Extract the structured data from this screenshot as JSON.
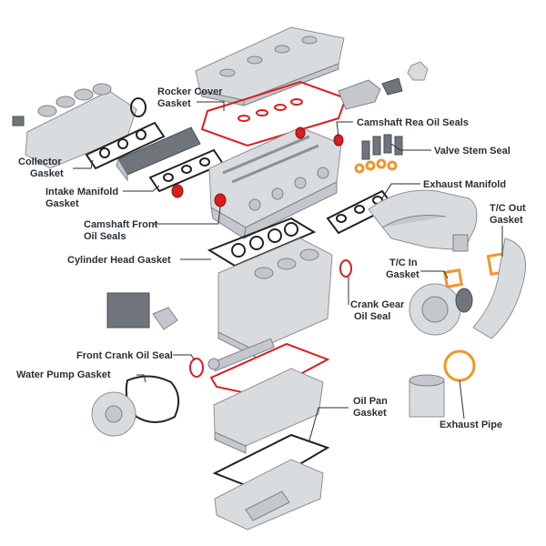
{
  "labels": {
    "rocker_cover_gasket_1": "Rocker Cover",
    "rocker_cover_gasket_2": "Gasket",
    "camshaft_rear_oil_seals": "Camshaft Rea Oil Seals",
    "valve_stem_seal": "Valve Stem Seal",
    "collector_gasket_1": "Collector",
    "collector_gasket_2": "Gasket",
    "exhaust_manifold": "Exhaust Manifold",
    "intake_manifold_gasket_1": "Intake Manifold",
    "intake_manifold_gasket_2": "Gasket",
    "tc_out_gasket_1": "T/C Out",
    "tc_out_gasket_2": "Gasket",
    "camshaft_front_oil_seals_1": "Camshaft Front",
    "camshaft_front_oil_seals_2": "Oil Seals",
    "cylinder_head_gasket": "Cylinder Head Gasket",
    "tc_in_gasket_1": "T/C In",
    "tc_in_gasket_2": "Gasket",
    "crank_gear_oil_seal_1": "Crank Gear",
    "crank_gear_oil_seal_2": "Oil Seal",
    "front_crank_oil_seal": "Front Crank Oil Seal",
    "water_pump_gasket": "Water Pump Gasket",
    "oil_pan_gasket_1": "Oil Pan",
    "oil_pan_gasket_2": "Gasket",
    "exhaust_pipe": "Exhaust Pipe"
  },
  "colors": {
    "label_text": "#2a2f36",
    "red_seal": "#d81e1e",
    "orange_gasket": "#f0962a",
    "black_gasket": "#222222",
    "metal": "#d9dcdf"
  },
  "icons": {
    "engine_parts": "exploded-engine-diagram"
  }
}
